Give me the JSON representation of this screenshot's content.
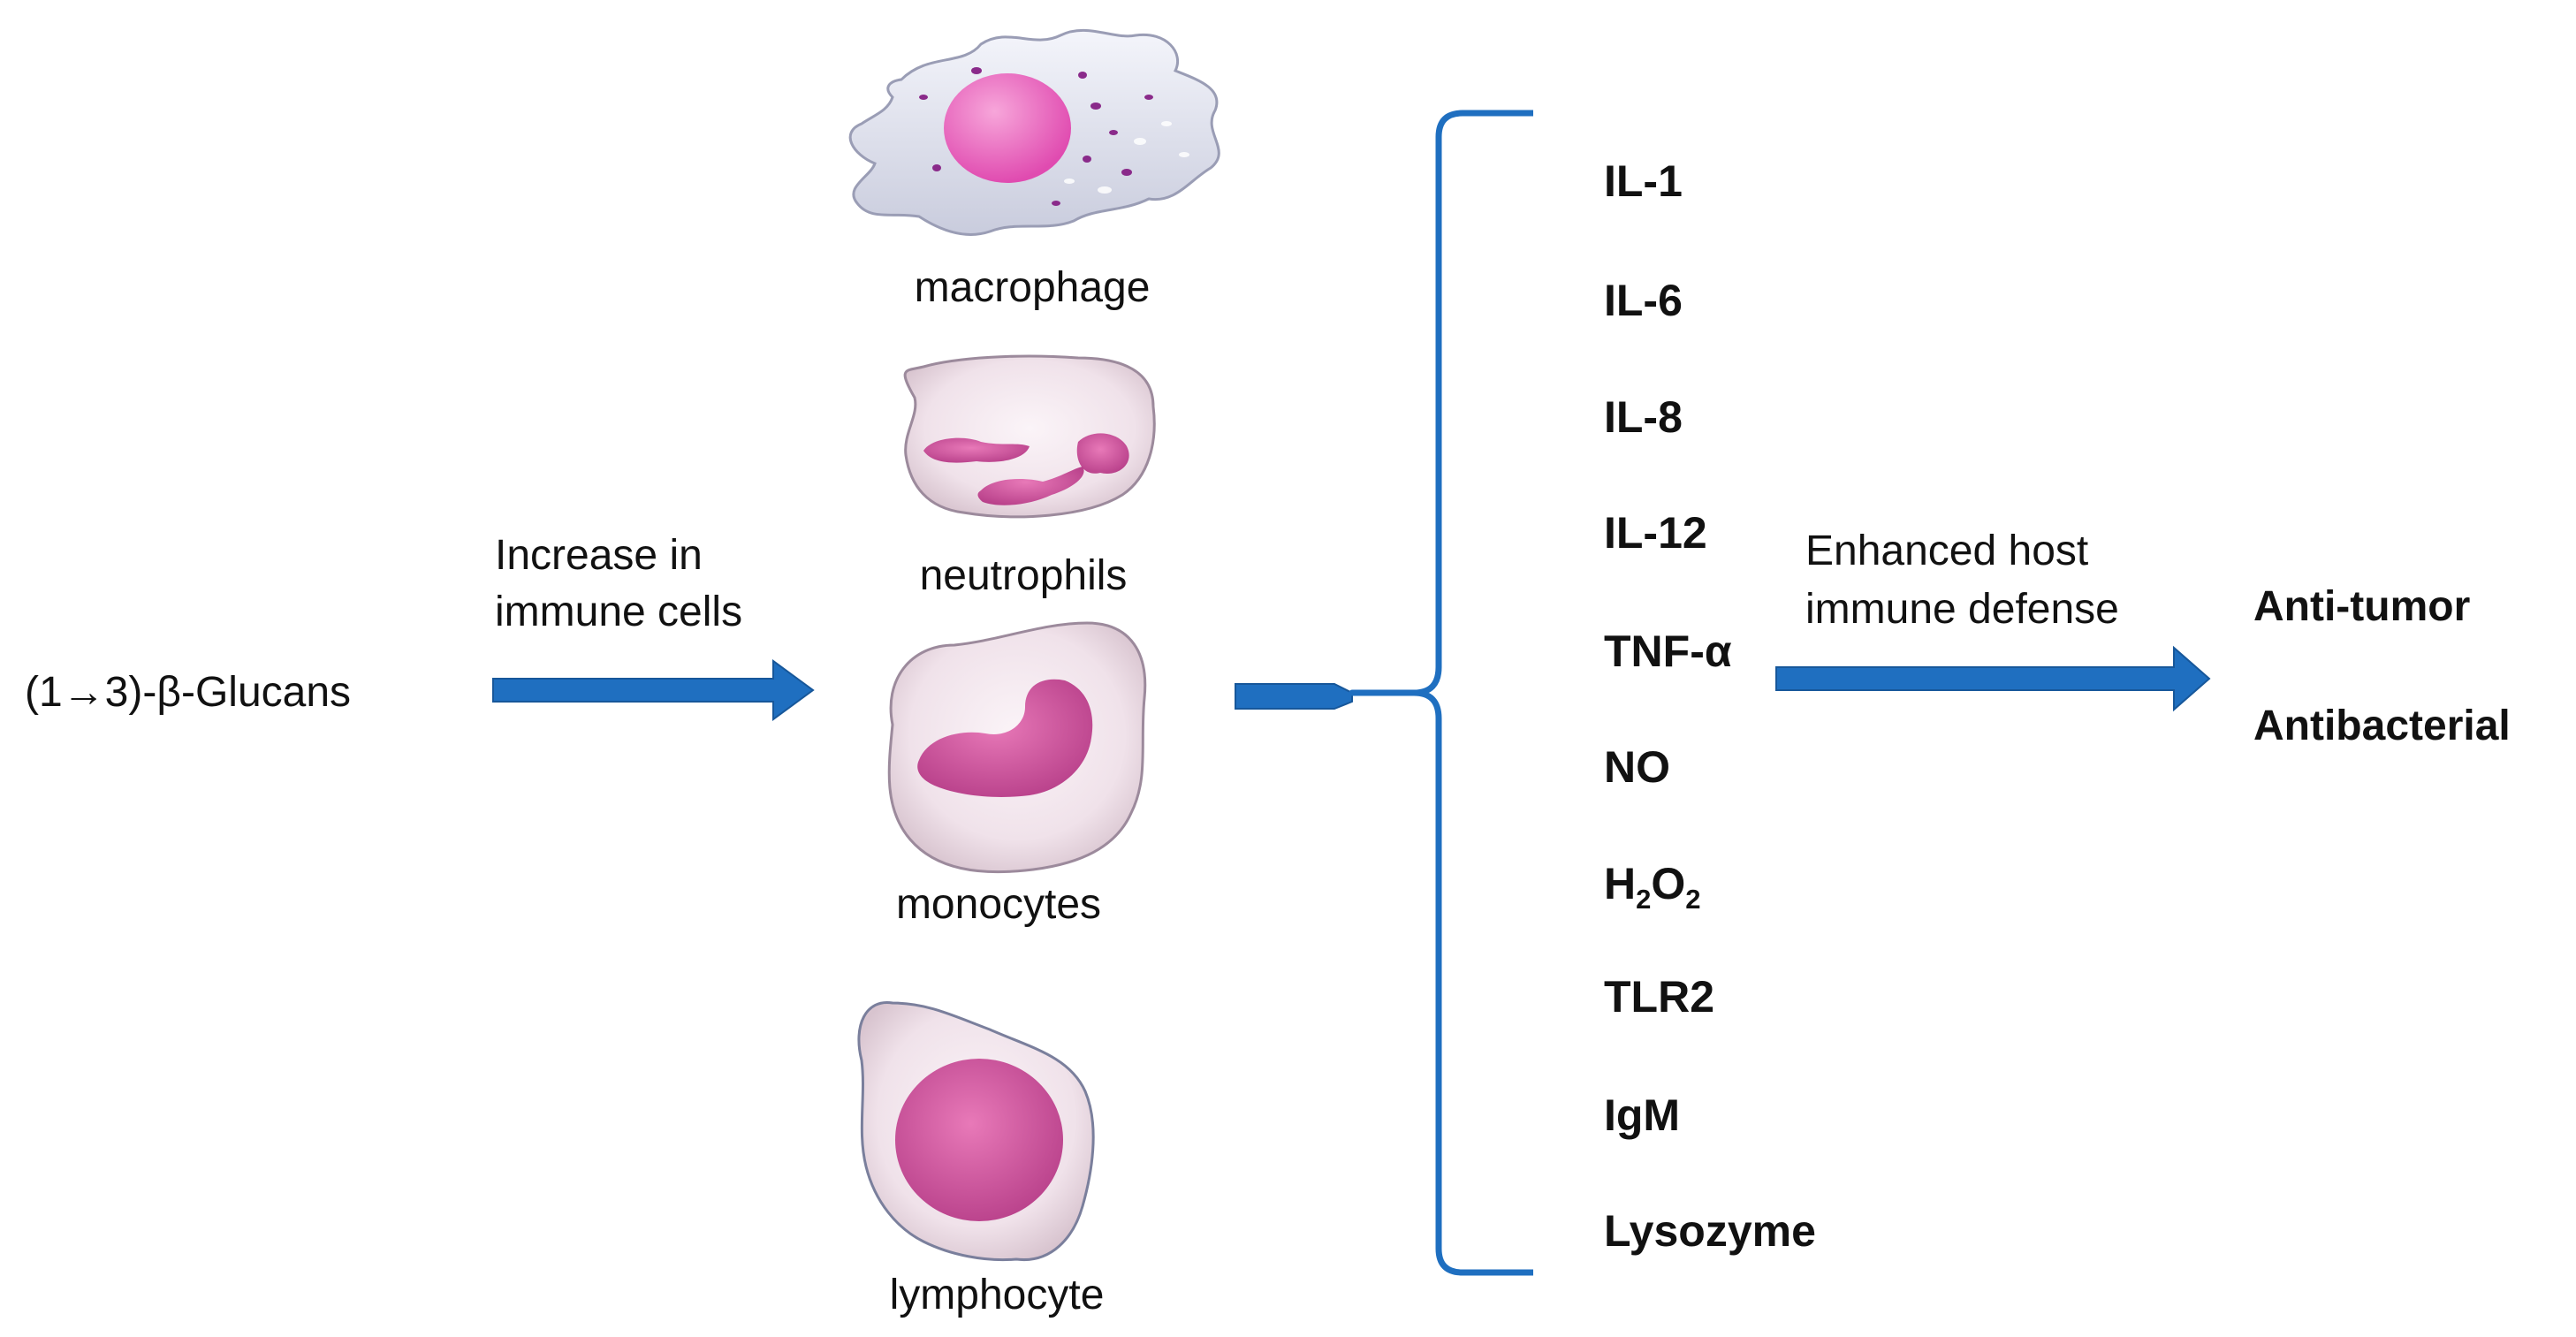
{
  "source": {
    "label": "(1→3)-β-Glucans"
  },
  "step1": {
    "line1": "Increase in",
    "line2": "immune cells"
  },
  "cells": [
    {
      "id": "macrophage",
      "label": "macrophage"
    },
    {
      "id": "neutrophils",
      "label": "neutrophils"
    },
    {
      "id": "monocytes",
      "label": "monocytes"
    },
    {
      "id": "lymphocyte",
      "label": "lymphocyte"
    }
  ],
  "mediators": [
    {
      "text": "IL-1"
    },
    {
      "text": "IL-6"
    },
    {
      "text": "IL-8"
    },
    {
      "text": "IL-12"
    },
    {
      "text": "TNF-α"
    },
    {
      "text": "NO"
    },
    {
      "base": "H",
      "sub1": "2",
      "mid": "O",
      "sub2": "2"
    },
    {
      "text": "TLR2"
    },
    {
      "text": "IgM"
    },
    {
      "text": "Lysozyme"
    }
  ],
  "step2": {
    "line1": "Enhanced host",
    "line2": "immune defense"
  },
  "outcomes": [
    {
      "text": "Anti-tumor"
    },
    {
      "text": "Antibacterial"
    }
  ],
  "colors": {
    "arrow": "#1F6FC0",
    "bracket": "#1F6FC0",
    "nucleus": "#D2559E",
    "cell_membrane": "#F4E8EE",
    "macrophage_body": "#EEF0F8"
  }
}
